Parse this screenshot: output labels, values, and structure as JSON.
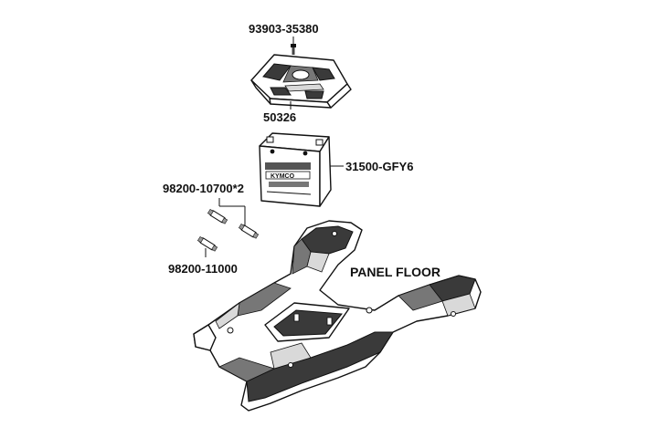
{
  "labels": {
    "screw": "93903-35380",
    "cover": "50326",
    "battery": "31500-GFY6",
    "fuse_pair": "98200-10700*2",
    "fuse_single": "98200-11000",
    "floor": "PANEL FLOOR"
  }
}
